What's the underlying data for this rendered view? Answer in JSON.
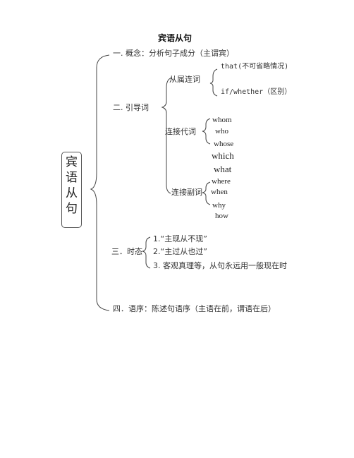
{
  "title": "宾语从句",
  "side_label": [
    "宾",
    "语",
    "从",
    "句"
  ],
  "sections": {
    "concept": "一.   概念：分析句子成分（主谓宾）",
    "introducers": {
      "label": "二.   引导词",
      "subordinators": {
        "label": "从属连词",
        "items": [
          "that(不可省略情况)",
          "if/whether（区别）"
        ]
      },
      "pronouns": {
        "label": "连接代词",
        "items": [
          "whom",
          "who",
          "whose",
          "which",
          "what"
        ]
      },
      "adverbs": {
        "label": "连接副词",
        "items": [
          "where",
          "when",
          "why",
          "how"
        ]
      }
    },
    "tense": {
      "label": "三．时态",
      "items": [
        "1.“主现从不现”",
        "2.“主过从也过”",
        "3. 客观真理等，从句永远用一般现在时"
      ]
    },
    "order": "四．语序：陈述句语序（主语在前，谓语在后）"
  }
}
